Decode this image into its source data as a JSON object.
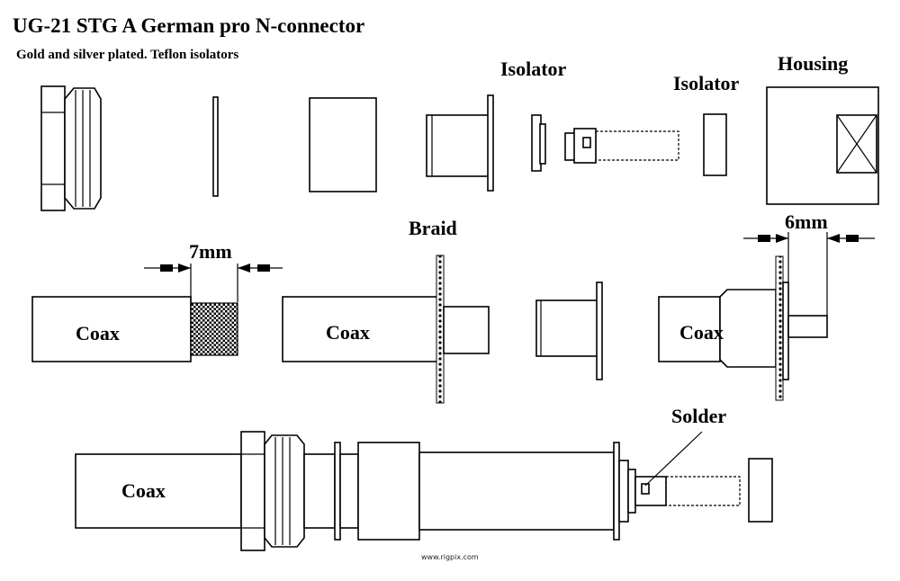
{
  "title": "UG-21 STG   A German pro N-connector",
  "subtitle": "Gold and silver plated. Teflon isolators",
  "labels": {
    "isolator_1": "Isolator",
    "isolator_2": "Isolator",
    "housing": "Housing",
    "braid": "Braid",
    "dim_7mm": "7mm",
    "dim_6mm": "6mm",
    "coax_1": "Coax",
    "coax_2": "Coax",
    "coax_3": "Coax",
    "coax_4": "Coax",
    "solder": "Solder"
  },
  "watermark": "www.rigpix.com"
}
